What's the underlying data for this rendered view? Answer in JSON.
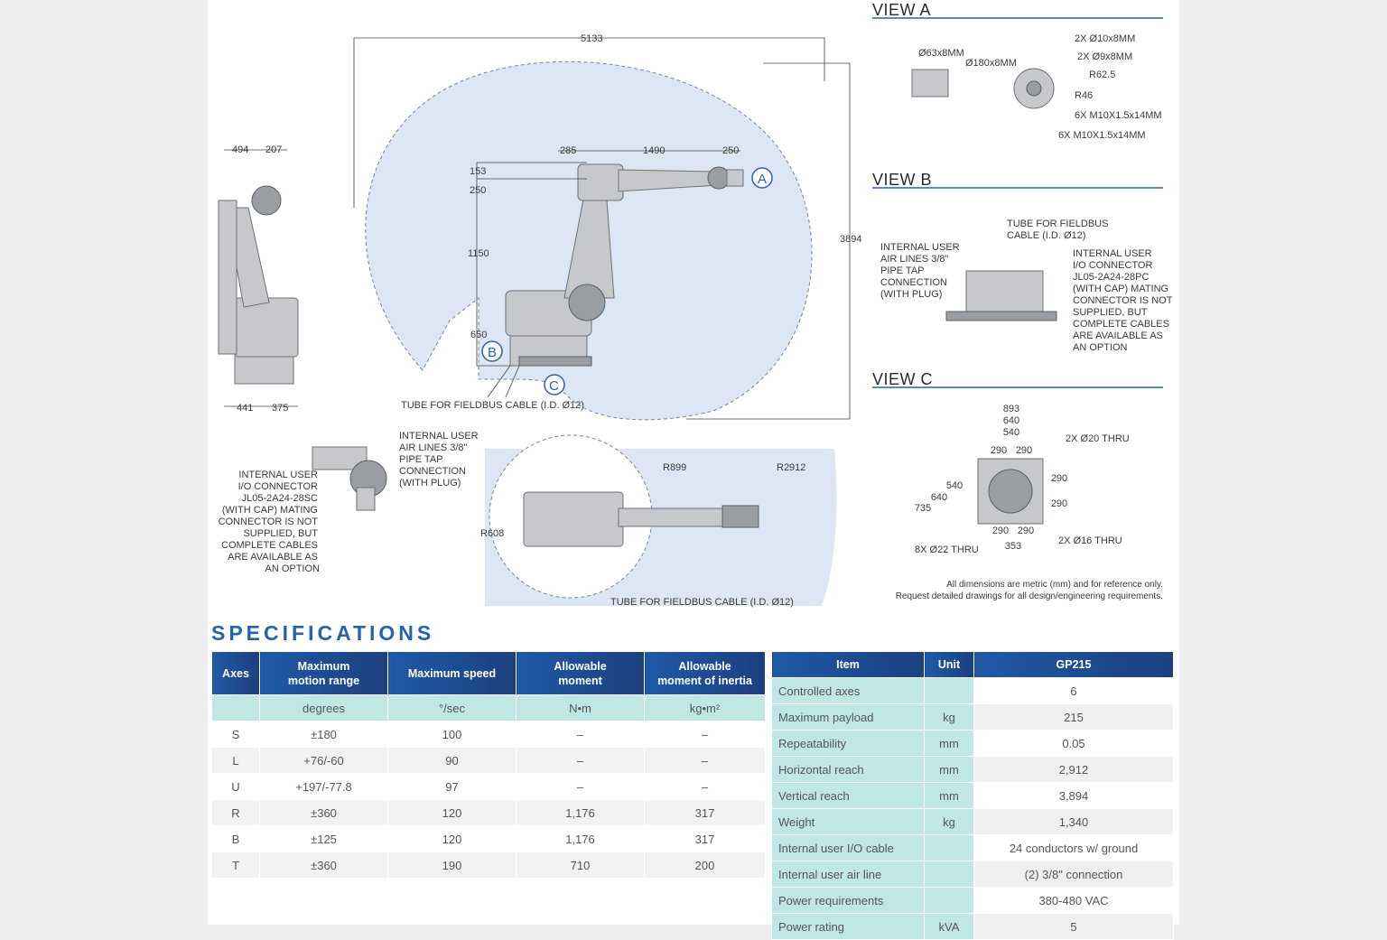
{
  "views": {
    "a": {
      "title": "VIEW A",
      "labels": [
        "Ø63x8MM",
        "Ø180x8MM",
        "2X Ø10x8MM",
        "2X Ø9x8MM",
        "R62.5",
        "R46",
        "6X M10X1.5x14MM",
        "6X M10X1.5x14MM"
      ]
    },
    "b": {
      "title": "VIEW B",
      "tube_label": [
        "TUBE FOR FIELDBUS",
        "CABLE (I.D. Ø12)"
      ],
      "air_label": [
        "INTERNAL USER",
        "AIR LINES 3/8\"",
        "PIPE TAP",
        "CONNECTION",
        "(WITH PLUG)"
      ],
      "io_label": [
        "INTERNAL USER",
        "I/O CONNECTOR",
        "JL05-2A24-28PC",
        "(WITH CAP) MATING",
        "CONNECTOR IS NOT",
        "SUPPLIED, BUT",
        "COMPLETE CABLES",
        "ARE AVAILABLE AS",
        "AN OPTION"
      ]
    },
    "c": {
      "title": "VIEW C",
      "dims": [
        "893",
        "640",
        "540",
        "290",
        "290",
        "290",
        "290",
        "540",
        "640",
        "735",
        "290",
        "290",
        "353"
      ],
      "thru_labels": [
        "2X Ø20 THRU",
        "2X Ø16 THRU",
        "8X Ø22 THRU"
      ]
    }
  },
  "main_drawing": {
    "dims": {
      "overall_width": "5133",
      "overall_height": "3894",
      "d285": "285",
      "d1490": "1490",
      "d250a": "250",
      "d153": "153",
      "d250b": "250",
      "d1150": "1150",
      "d650": "650"
    },
    "callouts": [
      "A",
      "B",
      "C"
    ],
    "tube_label": "TUBE FOR FIELDBUS CABLE (I.D. Ø12)"
  },
  "side_drawing": {
    "dims": [
      "494",
      "207",
      "441",
      "375"
    ]
  },
  "detail_drawing": {
    "air_label": [
      "INTERNAL USER",
      "AIR LINES 3/8\"",
      "PIPE TAP",
      "CONNECTION",
      "(WITH PLUG)"
    ],
    "io_label": [
      "INTERNAL USER",
      "I/O CONNECTOR",
      "JL05-2A24-28SC",
      "(WITH CAP) MATING",
      "CONNECTOR IS NOT",
      "SUPPLIED, BUT",
      "COMPLETE CABLES",
      "ARE AVAILABLE AS",
      "AN OPTION"
    ]
  },
  "top_drawing": {
    "r899": "R899",
    "r2912": "R2912",
    "r608": "R608",
    "tube_label": "TUBE FOR FIELDBUS CABLE (I.D. Ø12)"
  },
  "disclaimer": [
    "All dimensions are metric (mm) and for reference only.",
    "Request detailed drawings for all design/engineering requirements."
  ],
  "specifications": {
    "title": "SPECIFICATIONS",
    "axes_table": {
      "headers": [
        "Axes",
        "Maximum\nmotion range",
        "Maximum speed",
        "Allowable\nmoment",
        "Allowable\nmoment of inertia"
      ],
      "units": [
        "",
        "degrees",
        "°/sec",
        "N•m",
        "kg•m²"
      ],
      "rows": [
        [
          "S",
          "±180",
          "100",
          "–",
          "–"
        ],
        [
          "L",
          "+76/-60",
          "90",
          "–",
          "–"
        ],
        [
          "U",
          "+197/-77.8",
          "97",
          "–",
          "–"
        ],
        [
          "R",
          "±360",
          "120",
          "1,176",
          "317"
        ],
        [
          "B",
          "±125",
          "120",
          "1,176",
          "317"
        ],
        [
          "T",
          "±360",
          "190",
          "710",
          "200"
        ]
      ]
    },
    "item_table": {
      "headers": [
        "Item",
        "Unit",
        "GP215"
      ],
      "rows": [
        [
          "Controlled axes",
          "",
          "6"
        ],
        [
          "Maximum payload",
          "kg",
          "215"
        ],
        [
          "Repeatability",
          "mm",
          "0.05"
        ],
        [
          "Horizontal reach",
          "mm",
          "2,912"
        ],
        [
          "Vertical reach",
          "mm",
          "3,894"
        ],
        [
          "Weight",
          "kg",
          "1,340"
        ],
        [
          "Internal user I/O cable",
          "",
          "24 conductors w/ ground"
        ],
        [
          "Internal user air line",
          "",
          "(2) 3/8\" connection"
        ],
        [
          "Power requirements",
          "",
          "380-480 VAC"
        ],
        [
          "Power rating",
          "kVA",
          "5"
        ]
      ]
    }
  }
}
